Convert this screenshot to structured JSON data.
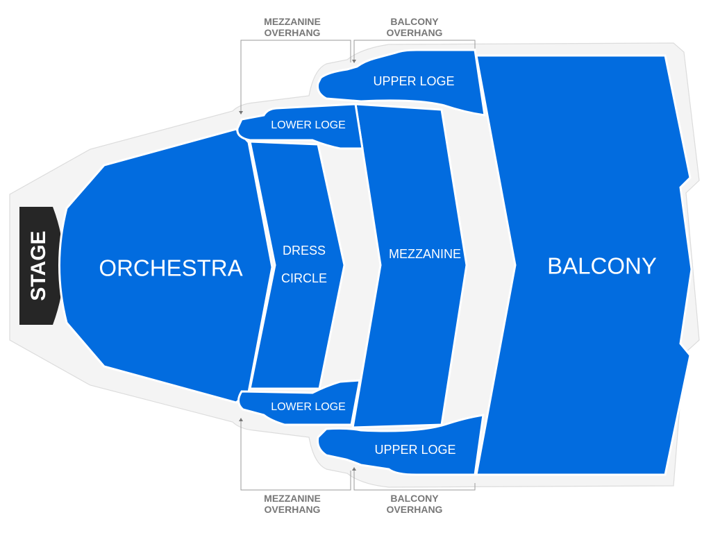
{
  "venue_map": {
    "stage_label": "STAGE",
    "colors": {
      "section": "#026cdf",
      "floor": "#f4f4f4",
      "stage": "#262626",
      "annotation": "#777777",
      "section_text": "#ffffff"
    },
    "sections": {
      "orchestra": "ORCHESTRA",
      "dress_circle_line1": "DRESS",
      "dress_circle_line2": "CIRCLE",
      "mezzanine": "MEZZANINE",
      "balcony": "BALCONY",
      "lower_loge_top": "LOWER LOGE",
      "lower_loge_bottom": "LOWER LOGE",
      "upper_loge_top": "UPPER LOGE",
      "upper_loge_bottom": "UPPER LOGE"
    },
    "annotations": {
      "top_mezzanine_line1": "MEZZANINE",
      "top_mezzanine_line2": "OVERHANG",
      "top_balcony_line1": "BALCONY",
      "top_balcony_line2": "OVERHANG",
      "bottom_mezzanine_line1": "MEZZANINE",
      "bottom_mezzanine_line2": "OVERHANG",
      "bottom_balcony_line1": "BALCONY",
      "bottom_balcony_line2": "OVERHANG"
    }
  }
}
